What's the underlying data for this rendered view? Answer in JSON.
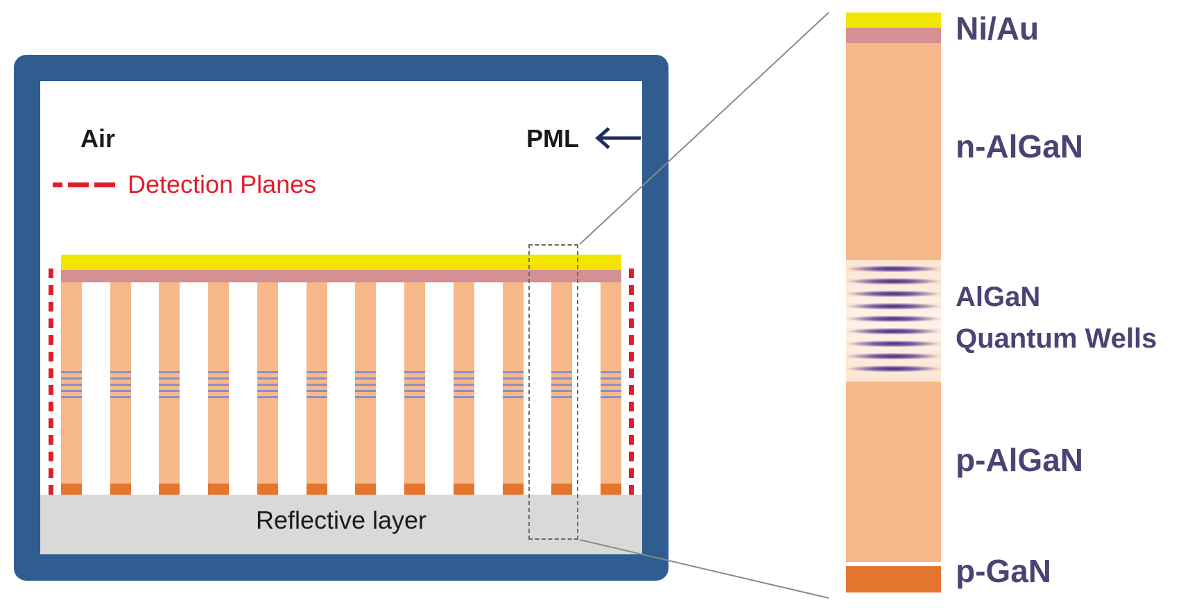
{
  "simulation": {
    "air_label": "Air",
    "pml_label": "PML",
    "detection_label": "Detection Planes",
    "reflective_label": "Reflective layer",
    "pillar_count": 12,
    "quantum_well_lines_per_pillar": 5
  },
  "layers": {
    "ni_au": "Ni/Au",
    "n_algan": "n-AlGaN",
    "qw_line1": "AlGaN",
    "qw_line2": "Quantum Wells",
    "p_algan": "p-AlGaN",
    "p_gan": "p-GaN"
  },
  "colors": {
    "frame": "#2f5d8f",
    "ni_au_top": "#f2e600",
    "ni_au_bottom": "#d49092",
    "algan": "#f7b98a",
    "p_gan": "#e3752f",
    "detection": "#e11d2b",
    "reflective": "#d9d9d9",
    "quantum_well": "#4a2a7a"
  }
}
